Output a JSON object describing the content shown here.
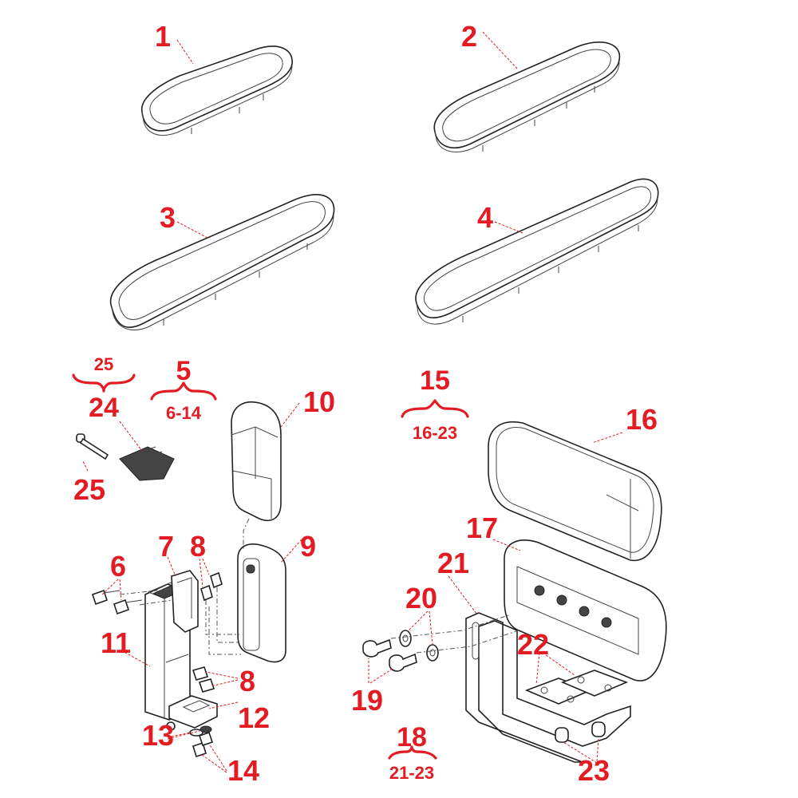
{
  "labels": {
    "p1": "1",
    "p2": "2",
    "p3": "3",
    "p4": "4",
    "p5": "5",
    "p5_range": "6-14",
    "p6": "6",
    "p7": "7",
    "p8a": "8",
    "p8b": "8",
    "p9": "9",
    "p10": "10",
    "p11": "11",
    "p12": "12",
    "p13": "13",
    "p14": "14",
    "p15": "15",
    "p15_range": "16-23",
    "p16": "16",
    "p17": "17",
    "p18": "18",
    "p18_range": "21-23",
    "p19": "19",
    "p20": "20",
    "p21": "21",
    "p22": "22",
    "p23": "23",
    "p24": "24",
    "p25a": "25",
    "p25b": "25"
  },
  "colors": {
    "label": "#e31b23",
    "line": "#222222",
    "background": "#ffffff"
  }
}
